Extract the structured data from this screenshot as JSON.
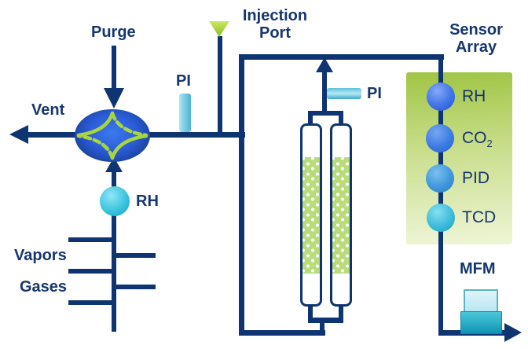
{
  "labels": {
    "purge": "Purge",
    "vent": "Vent",
    "pi_valve": "PI",
    "pi_column": "PI",
    "injection_port": {
      "line1": "Injection",
      "line2": "Port"
    },
    "sensor_array": {
      "line1": "Sensor",
      "line2": "Array"
    },
    "rh_inline": "RH",
    "vapors": "Vapors",
    "gases": "Gases",
    "mfm": "MFM"
  },
  "sensors": [
    {
      "label": "RH",
      "sub": ""
    },
    {
      "label": "CO",
      "sub": "2"
    },
    {
      "label": "PID",
      "sub": ""
    },
    {
      "label": "TCD",
      "sub": ""
    }
  ],
  "colors": {
    "line_navy": "#0e3572",
    "text_navy": "#16366e",
    "valve_green": "#a8d63e",
    "column_green": "#b9dc7a",
    "sensor_box_top": "#a0c544",
    "sensor_box_bottom": "#eef5d6",
    "gauge_cyan": "#5bbdd9",
    "ball_blue": "#3f74e8",
    "ball_cyan": "#3cbcda"
  }
}
